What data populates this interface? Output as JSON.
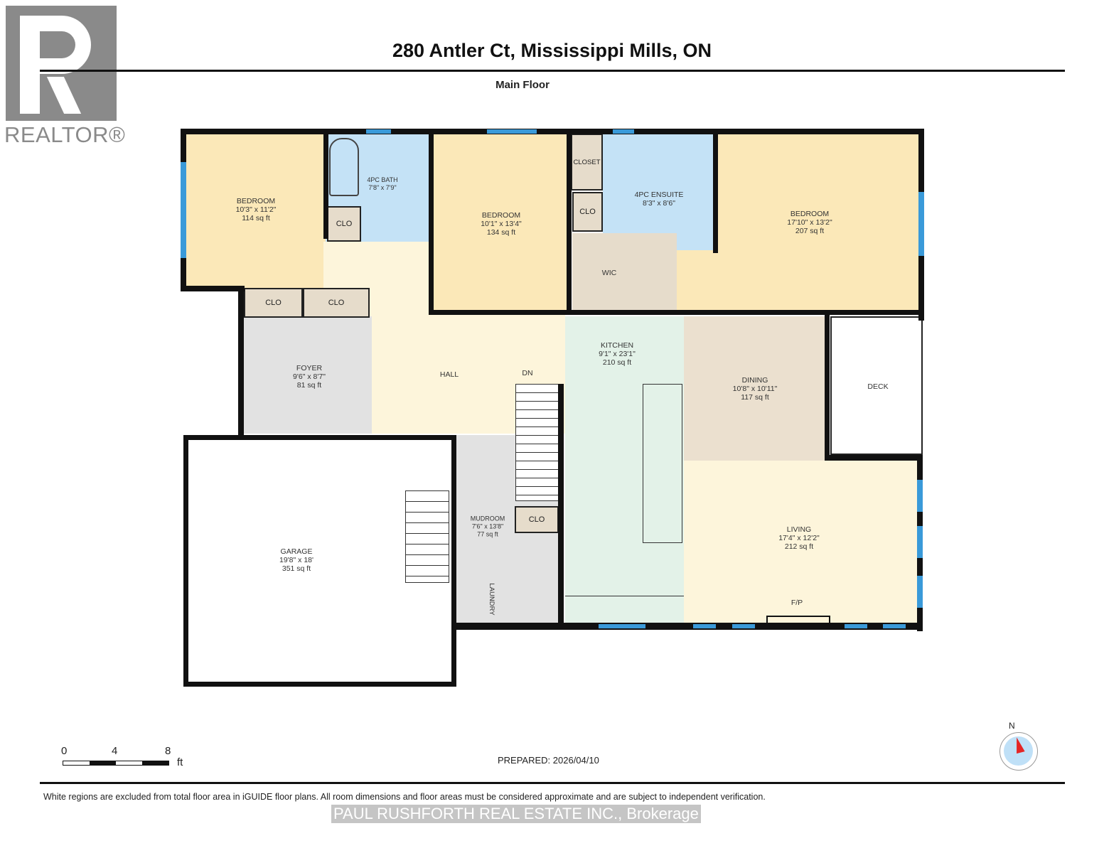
{
  "logo": {
    "text": "REALTOR®",
    "color": "#8a8a8a"
  },
  "header": {
    "title": "280 Antler Ct, Mississippi Mills, ON",
    "floor": "Main Floor"
  },
  "rooms": {
    "bedroom1": {
      "name": "BEDROOM",
      "dims": "10'3\" x 11'2\"",
      "area": "114 sq ft",
      "color": "#fbe8b8"
    },
    "bath": {
      "name": "4PC BATH",
      "dims": "7'8\" x 7'9\"",
      "color": "#c4e2f6"
    },
    "bedroom2": {
      "name": "BEDROOM",
      "dims": "10'1\" x 13'4\"",
      "area": "134 sq ft",
      "color": "#fbe8b8"
    },
    "ensuite": {
      "name": "4PC ENSUITE",
      "dims": "8'3\" x 8'6\"",
      "color": "#c4e2f6"
    },
    "bedroom3": {
      "name": "BEDROOM",
      "dims": "17'10\" x 13'2\"",
      "area": "207 sq ft",
      "color": "#fbe8b8"
    },
    "wic": {
      "name": "WIC",
      "color": "#e6dccb"
    },
    "foyer": {
      "name": "FOYER",
      "dims": "9'6\" x 8'7\"",
      "area": "81 sq ft",
      "color": "#e2e2e2"
    },
    "hall": {
      "name": "HALL",
      "stairs": "DN",
      "color": "#fdf5db"
    },
    "kitchen": {
      "name": "KITCHEN",
      "dims": "9'1\" x 23'1\"",
      "area": "210 sq ft",
      "color": "#e3f2e8"
    },
    "dining": {
      "name": "DINING",
      "dims": "10'8\" x 10'11\"",
      "area": "117 sq ft",
      "color": "#ebe0cf"
    },
    "deck": {
      "name": "DECK"
    },
    "living": {
      "name": "LIVING",
      "dims": "17'4\" x 12'2\"",
      "area": "212 sq ft",
      "fireplace": "F/P",
      "color": "#fdf5db"
    },
    "garage": {
      "name": "GARAGE",
      "dims": "19'8\" x 18'",
      "area": "351 sq ft"
    },
    "mudroom": {
      "name": "MUDROOM",
      "dims": "7'6\" x 13'8\"",
      "area": "77 sq ft",
      "laundry": "LAUNDRY",
      "color": "#e2e2e2"
    }
  },
  "closets": {
    "closet": "CLOSET",
    "clo": "CLO"
  },
  "scale": {
    "ticks": [
      "0",
      "4",
      "8"
    ],
    "unit": "ft"
  },
  "compass": {
    "label": "N"
  },
  "prepared": "PREPARED: 2026/04/10",
  "disclaimer": "White regions are excluded from total floor area in iGUIDE floor plans. All room dimensions and floor areas must be considered approximate and are subject to independent verification.",
  "watermark": "PAUL RUSHFORTH REAL ESTATE INC., Brokerage"
}
